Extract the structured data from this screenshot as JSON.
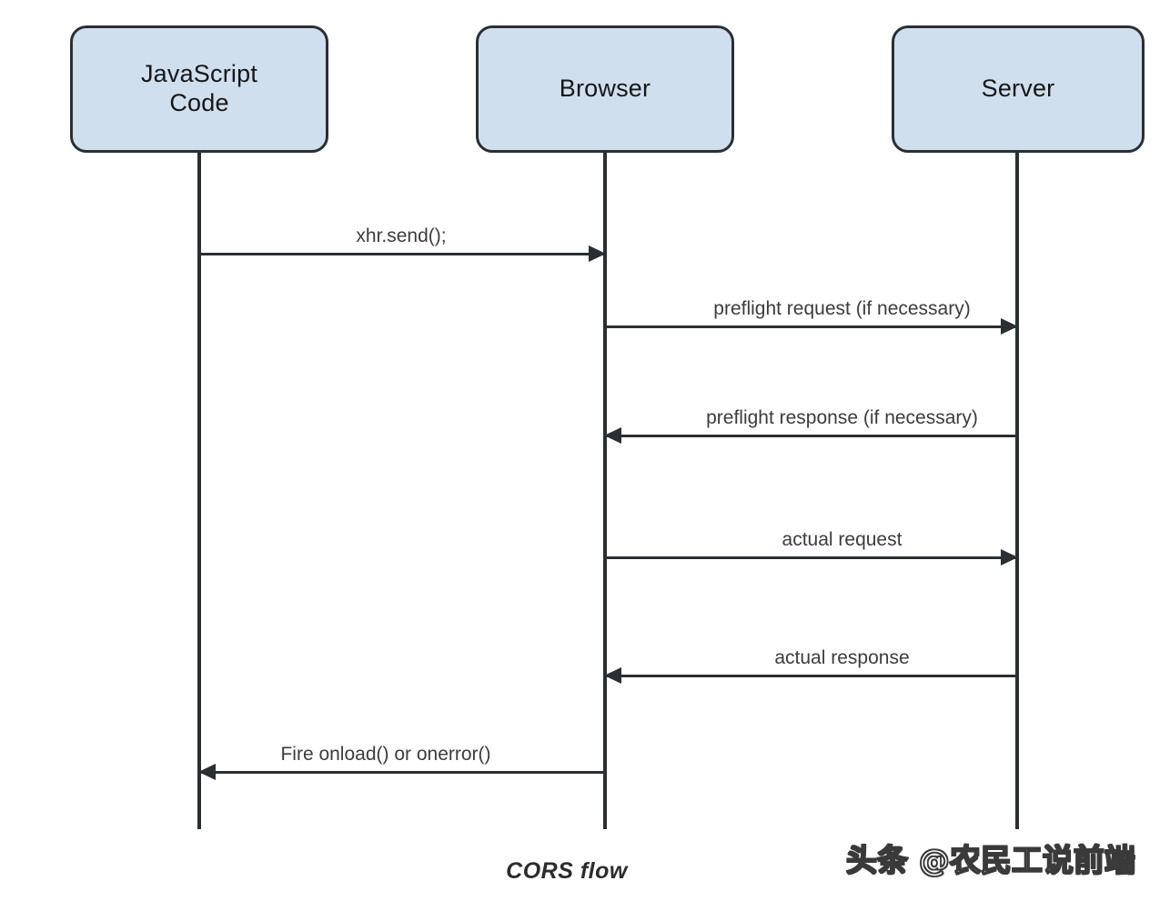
{
  "diagram": {
    "caption": "CORS flow",
    "watermark": "头条 @农民工说前端",
    "style": {
      "box_fill": "#d0dfee",
      "box_stroke": "#2b2f33",
      "line_color": "#2b2f33",
      "label_color": "#3c3c3c",
      "background": "#ffffff"
    },
    "participants": [
      {
        "id": "javascript-code",
        "label": "JavaScript\nCode"
      },
      {
        "id": "browser",
        "label": "Browser"
      },
      {
        "id": "server",
        "label": "Server"
      }
    ],
    "messages": [
      {
        "id": "xhr-send",
        "label": "xhr.send();",
        "from": "javascript-code",
        "to": "browser",
        "direction": "right"
      },
      {
        "id": "preflight-request",
        "label": "preflight request (if necessary)",
        "from": "browser",
        "to": "server",
        "direction": "right"
      },
      {
        "id": "preflight-response",
        "label": "preflight response (if necessary)",
        "from": "server",
        "to": "browser",
        "direction": "left"
      },
      {
        "id": "actual-request",
        "label": "actual request",
        "from": "browser",
        "to": "server",
        "direction": "right"
      },
      {
        "id": "actual-response",
        "label": "actual response",
        "from": "server",
        "to": "browser",
        "direction": "left"
      },
      {
        "id": "fire-onload",
        "label": "Fire onload() or onerror()",
        "from": "browser",
        "to": "javascript-code",
        "direction": "left"
      }
    ]
  }
}
